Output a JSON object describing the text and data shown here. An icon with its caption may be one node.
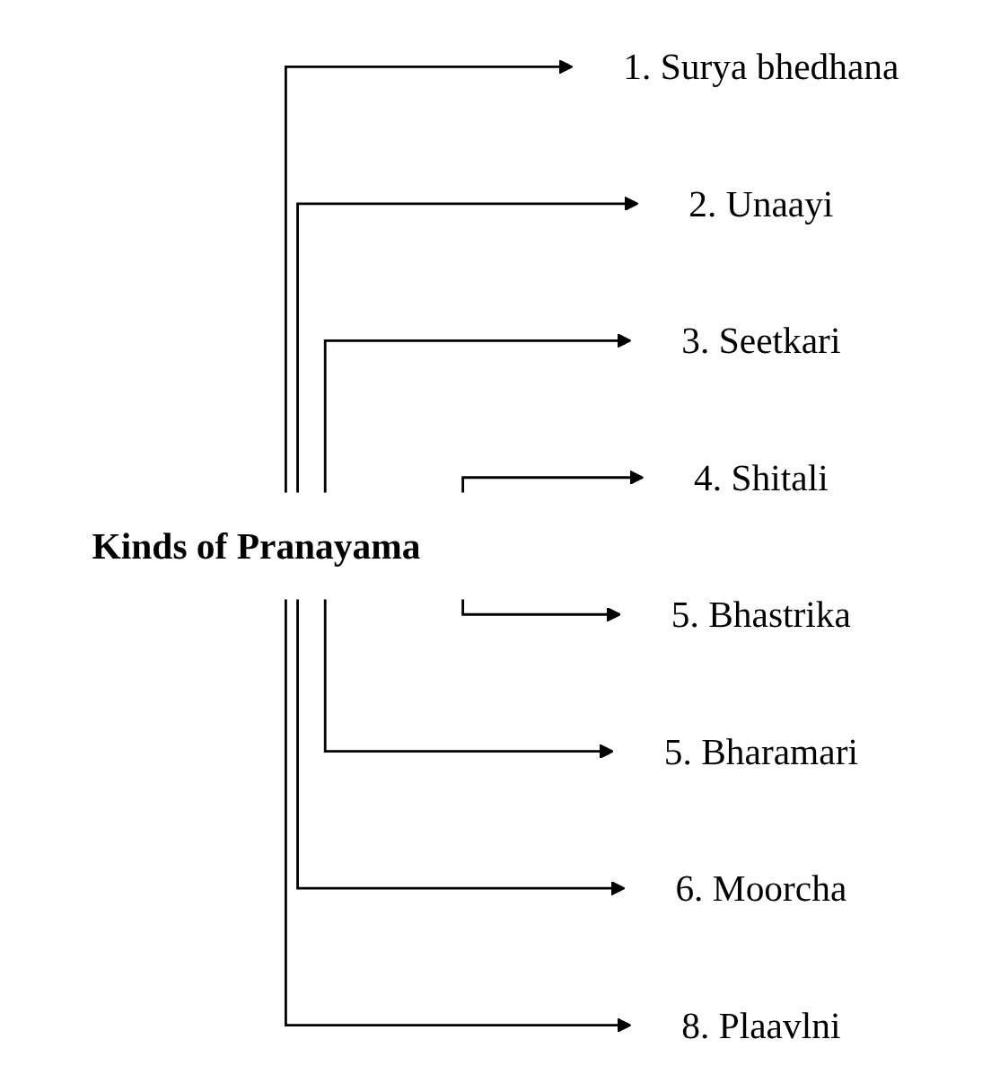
{
  "diagram": {
    "nodes": [
      {
        "text": [
          "Kinds of Pranayama"
        ]
      },
      {
        "text": [
          "1. Surya bhedhana"
        ]
      },
      {
        "text": [
          "2. Unaayi"
        ]
      },
      {
        "text": [
          "3. Seetkari"
        ]
      },
      {
        "text": [
          "4. Shitali"
        ]
      },
      {
        "text": [
          "5. Bhastrika"
        ]
      },
      {
        "text": [
          "5. Bharamari"
        ]
      },
      {
        "text": [
          "6. Moorcha"
        ]
      },
      {
        "text": [
          "8. Plaavlni"
        ]
      }
    ],
    "edges": [
      {
        "from": 0,
        "to": 1,
        "arrow": "to"
      },
      {
        "from": 0,
        "to": 2,
        "arrow": "to"
      },
      {
        "from": 0,
        "to": 3,
        "arrow": "to"
      },
      {
        "from": 0,
        "to": 4,
        "arrow": "to"
      },
      {
        "from": 0,
        "to": 5,
        "arrow": "to"
      },
      {
        "from": 0,
        "to": 6,
        "arrow": "to"
      },
      {
        "from": 0,
        "to": 7,
        "arrow": "to"
      },
      {
        "from": 0,
        "to": 8,
        "arrow": "to"
      }
    ]
  }
}
